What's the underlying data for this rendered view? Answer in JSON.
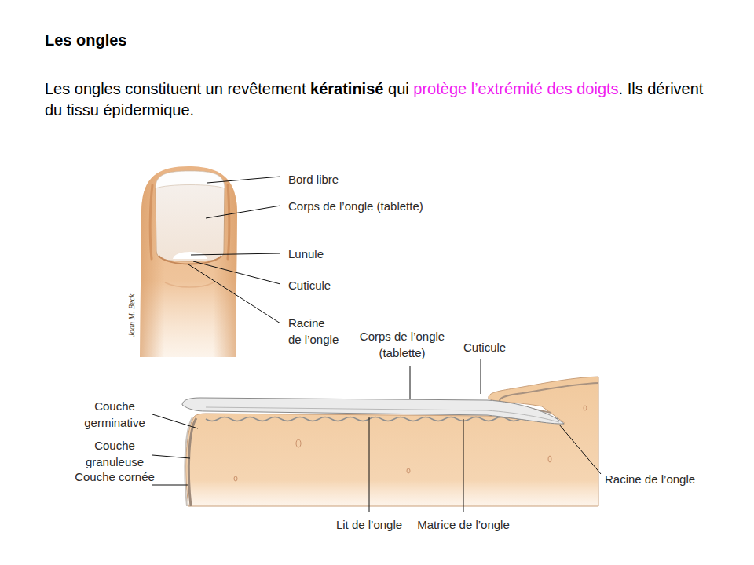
{
  "diagram": {
    "title": "Les ongles",
    "labels": [
      "Les ongles constituent un revêtement",
      "kératinisé",
      "qui",
      "protège l’extrémité des doigts",
      ". Ils dérivent du tissu épidermique.",
      "Bord libre",
      "Corps de l’ongle (tablette)",
      "Lunule",
      "Cuticule",
      "Racine de l’ongle",
      "Joan M. Beck",
      "Corps de l’ongle (tablette)",
      "Cuticule",
      "Couche germinative",
      "Couche granuleuse",
      "Couche cornée",
      "Racine de l’ongle",
      "Lit de l’ongle",
      "Matrice de l’ongle"
    ]
  }
}
